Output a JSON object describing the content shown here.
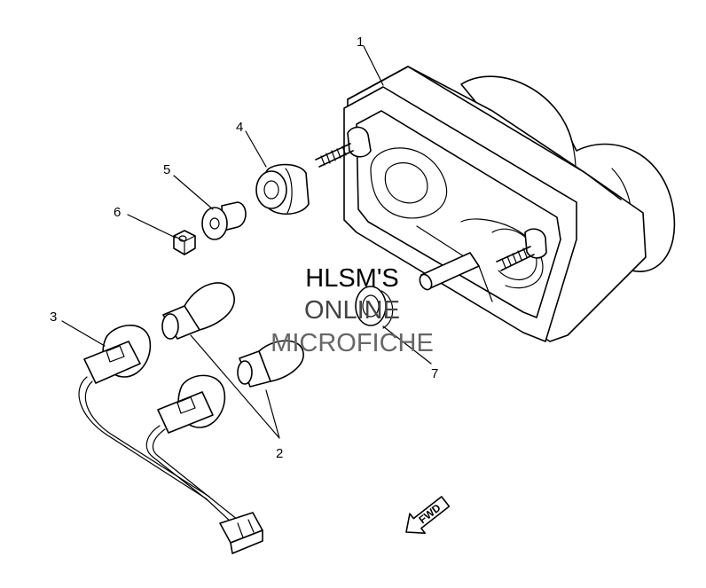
{
  "callouts": {
    "c1": "1",
    "c2": "2",
    "c3": "3",
    "c4": "4",
    "c5": "5",
    "c6": "6",
    "c7": "7"
  },
  "watermark": {
    "line1": "HLSM'S",
    "line2": "ONLINE",
    "line3": "MICROFICHE",
    "color1": "#000000",
    "color2": "#444444",
    "color3": "#666666"
  },
  "direction_arrow": {
    "label": "FWD"
  }
}
